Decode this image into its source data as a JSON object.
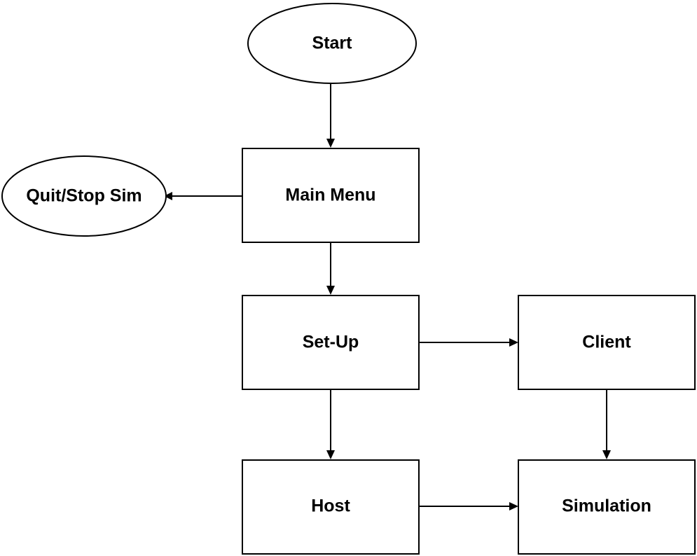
{
  "diagram": {
    "nodes": {
      "start": "Start",
      "main_menu": "Main Menu",
      "quit": "Quit/Stop Sim",
      "setup": "Set-Up",
      "client": "Client",
      "host": "Host",
      "simulation": "Simulation"
    },
    "edges": [
      {
        "from": "Start",
        "to": "Main Menu"
      },
      {
        "from": "Main Menu",
        "to": "Quit/Stop Sim"
      },
      {
        "from": "Main Menu",
        "to": "Set-Up"
      },
      {
        "from": "Set-Up",
        "to": "Client"
      },
      {
        "from": "Set-Up",
        "to": "Host"
      },
      {
        "from": "Client",
        "to": "Simulation"
      },
      {
        "from": "Host",
        "to": "Simulation"
      }
    ]
  }
}
